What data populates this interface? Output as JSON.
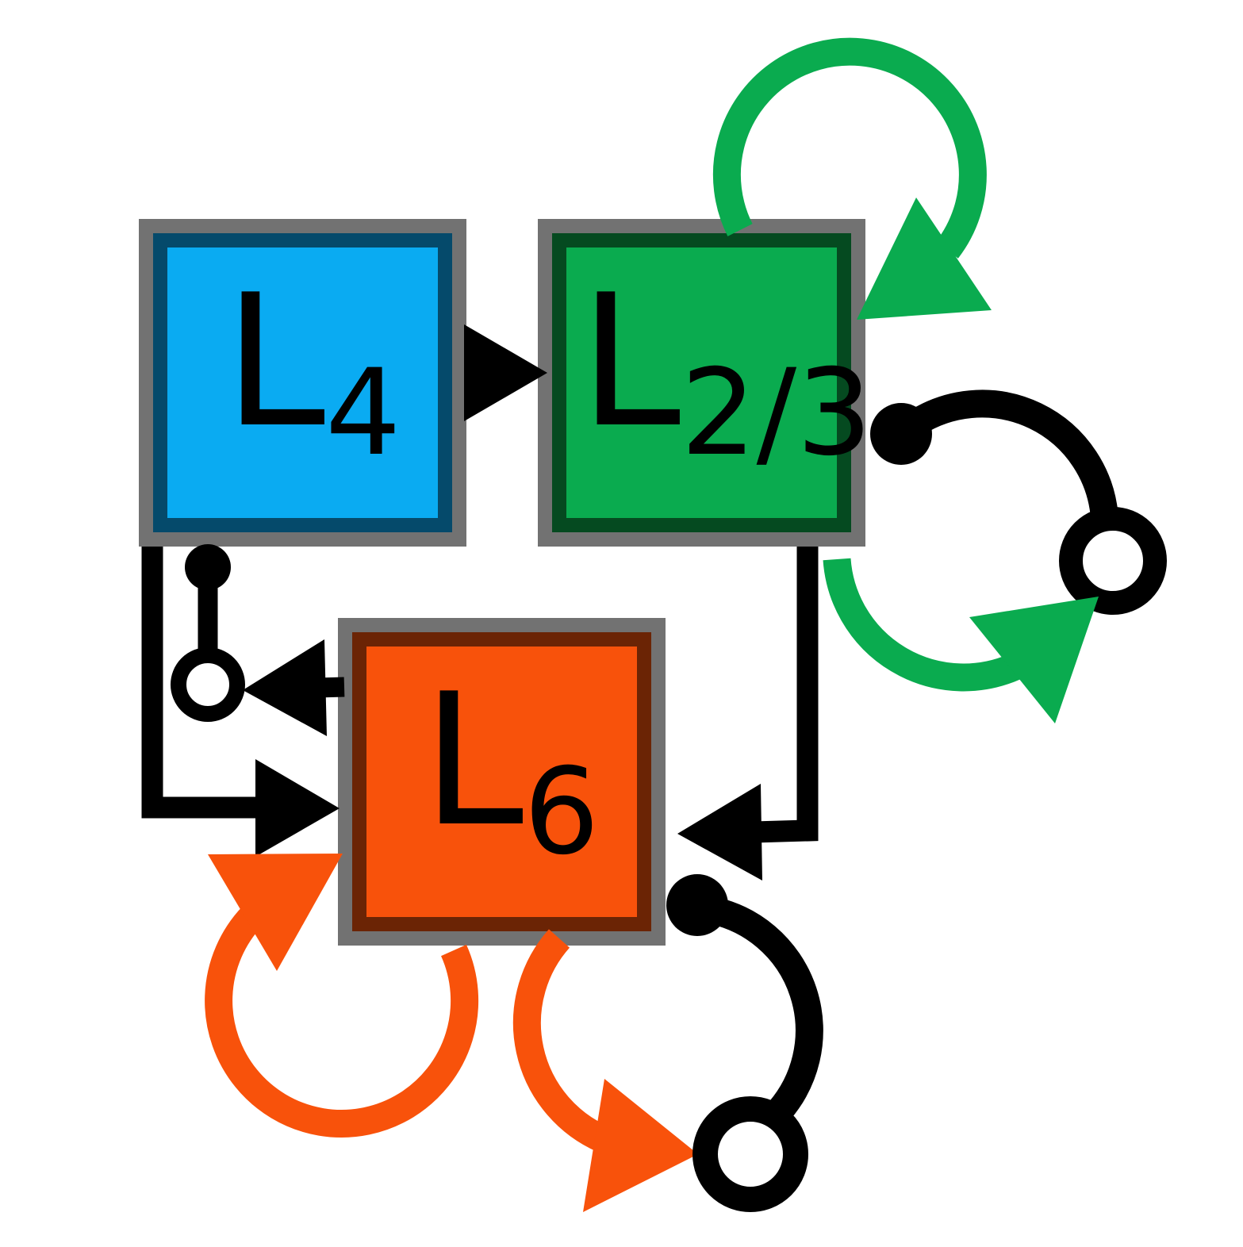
{
  "colors": {
    "l4_fill": "#0aabf2",
    "l4_border": "#054a6b",
    "l23_fill": "#0aab4f",
    "l23_border": "#054a20",
    "l6_fill": "#f8520b",
    "l6_border": "#6b2405",
    "outer_border": "#727272",
    "green_arrow": "#0aab4f",
    "orange_arrow": "#f8520b",
    "black": "#000000"
  },
  "nodes": {
    "l4": {
      "main": "L",
      "sub": "4"
    },
    "l23": {
      "main": "L",
      "sub": "2/3"
    },
    "l6": {
      "main": "L",
      "sub": "6"
    }
  }
}
